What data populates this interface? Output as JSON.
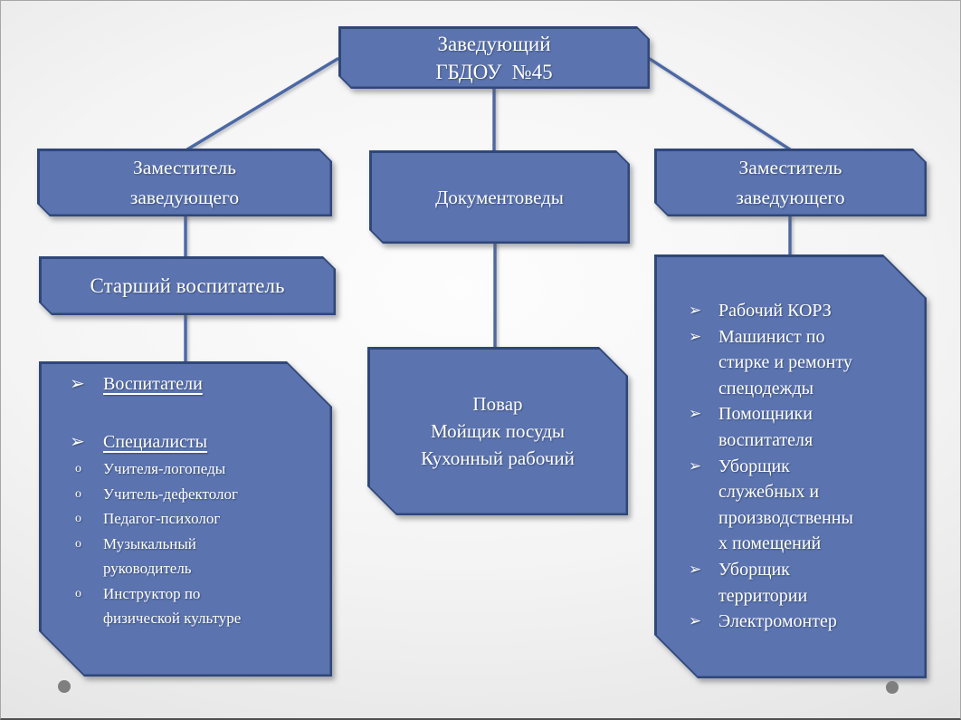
{
  "slide": {
    "theme": {
      "box_fill": "#5b73ae",
      "box_border": "#2f4779",
      "connector_color": "#4b68a5",
      "text_color": "#ffffff",
      "dot_color": "#7f7f7f"
    },
    "boxes": {
      "director": {
        "text": "Заведующий\nГБДОУ  №45"
      },
      "deputy_left": {
        "text": "Заместитель\nзаведующего"
      },
      "documentologists": {
        "text": "Документоведы"
      },
      "deputy_right": {
        "text": "Заместитель\nзаведующего"
      },
      "senior_educator": {
        "text": "Старший воспитатель"
      },
      "kitchen": {
        "text": "Повар\nМойщик посуды\nКухонный рабочий"
      },
      "educators_list": {
        "items": [
          {
            "marker": "➢",
            "text": "Воспитатели",
            "level": 1,
            "underline": true
          },
          {
            "marker": "➢",
            "text": "Специалисты",
            "level": 1,
            "underline": true,
            "gap_before": true
          },
          {
            "marker": "o",
            "text": "Учителя-логопеды",
            "level": 2
          },
          {
            "marker": "o",
            "text": "Учитель-дефектолог",
            "level": 2
          },
          {
            "marker": "o",
            "text": "Педагог-психолог",
            "level": 2
          },
          {
            "marker": "o",
            "text": "Музыкальный\nруководитель",
            "level": 2
          },
          {
            "marker": "o",
            "text": "Инструктор по\nфизической культуре",
            "level": 2
          }
        ]
      },
      "service_list": {
        "items": [
          {
            "marker": "➢",
            "text": "Рабочий КОРЗ",
            "level": 1
          },
          {
            "marker": "➢",
            "text": "Машинист по\nстирке и ремонту\nспецодежды",
            "level": 1
          },
          {
            "marker": "➢",
            "text": "Помощники\nвоспитателя",
            "level": 1
          },
          {
            "marker": "➢",
            "text": "Уборщик\nслужебных и\nпроизводственны\nх помещений",
            "level": 1
          },
          {
            "marker": "➢",
            "text": "Уборщик\nтерритории",
            "level": 1
          },
          {
            "marker": "➢",
            "text": "Электромонтер",
            "level": 1
          }
        ]
      }
    }
  }
}
